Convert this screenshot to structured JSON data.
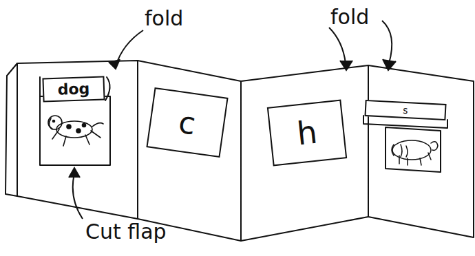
{
  "diagram": {
    "nodes": [
      {
        "text": [
          "dog"
        ]
      },
      {
        "text": [
          "c"
        ]
      },
      {
        "text": [
          "h"
        ]
      },
      {
        "text": [
          "s"
        ]
      }
    ],
    "labels": [
      "fold",
      "fold",
      "Cut flap"
    ]
  }
}
